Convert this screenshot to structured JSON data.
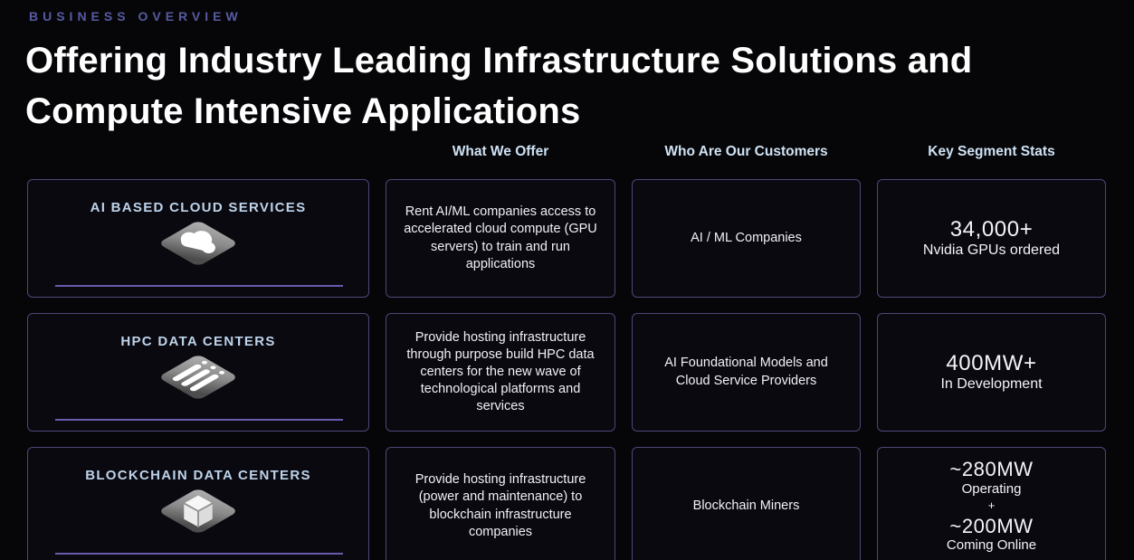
{
  "header": {
    "eyebrow": "BUSINESS OVERVIEW",
    "title_line1": "Offering Industry Leading Infrastructure Solutions and",
    "title_line2": "Compute Intensive Applications"
  },
  "column_headers": {
    "offer": "What We Offer",
    "customers": "Who Are Our Customers",
    "stats": "Key Segment Stats"
  },
  "segments": [
    {
      "name": "AI BASED CLOUD SERVICES",
      "icon": "cloud-icon",
      "offer": "Rent AI/ML companies access to accelerated cloud compute (GPU servers) to train and run applications",
      "customers": "AI / ML Companies",
      "stats": {
        "value": "34,000+",
        "label": "Nvidia GPUs ordered"
      }
    },
    {
      "name": "HPC DATA CENTERS",
      "icon": "server-rack-icon",
      "offer": "Provide hosting infrastructure through purpose build HPC data centers for the new wave of technological platforms and services",
      "customers": "AI Foundational Models and Cloud Service Providers",
      "stats": {
        "value": "400MW+",
        "label": "In Development"
      }
    },
    {
      "name": "BLOCKCHAIN DATA CENTERS",
      "icon": "cube-icon",
      "offer": "Provide hosting infrastructure (power and maintenance) to blockchain infrastructure companies",
      "customers": "Blockchain Miners",
      "stats": {
        "value1": "~280MW",
        "label1": "Operating",
        "joiner": "+",
        "value2": "~200MW",
        "label2": "Coming Online"
      }
    }
  ],
  "colors": {
    "background": "#060609",
    "card_border": "#4d4778",
    "accent_underline": "#675cab",
    "eyebrow_text": "#565b9f",
    "segment_label": "#bdd3ea",
    "column_header": "#cfe2f4",
    "body_text": "#f2f0f5"
  }
}
